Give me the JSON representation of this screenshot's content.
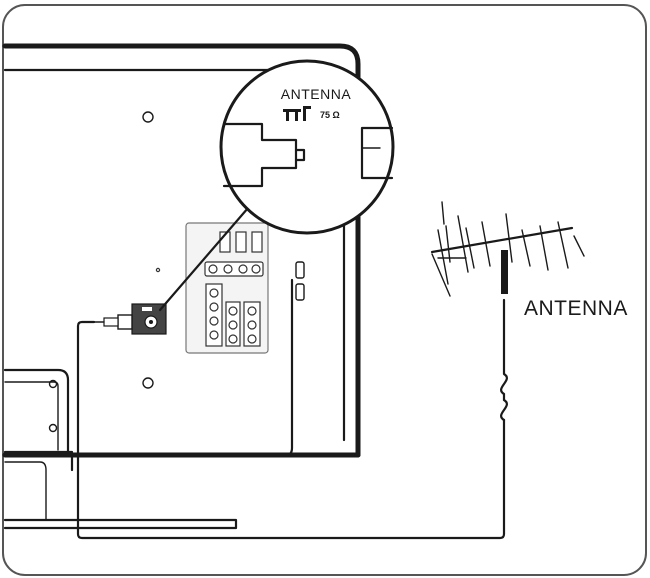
{
  "labels": {
    "inset_title": "ANTENNA",
    "inset_impedance": "75 Ω",
    "antenna_label": "ANTENNA"
  },
  "colors": {
    "ink": "#1a1a1a",
    "frame": "#555555",
    "background": "#ffffff"
  },
  "icons": {
    "inset_symbol": "antenna-port-symbol"
  }
}
